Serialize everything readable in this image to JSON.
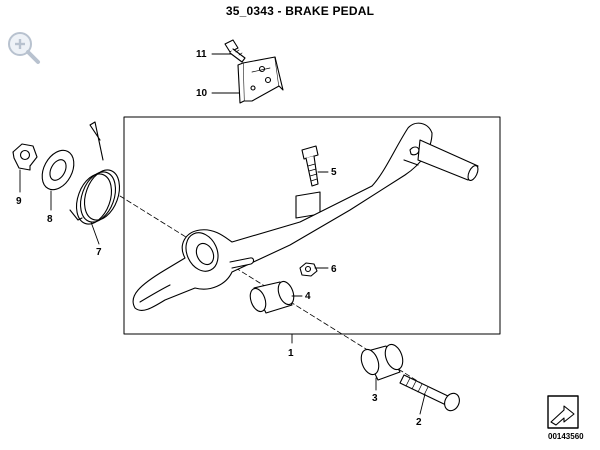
{
  "header": {
    "title": "35_0343 - BRAKE PEDAL"
  },
  "toolbar": {
    "zoom_icon": "zoom-in-icon"
  },
  "callouts": {
    "c1": "1",
    "c2": "2",
    "c3": "3",
    "c4": "4",
    "c5": "5",
    "c6": "6",
    "c7": "7",
    "c8": "8",
    "c9": "9",
    "c10": "10",
    "c11": "11"
  },
  "footer": {
    "reference_number": "00143560",
    "logo_icon": "arrow-badge-icon"
  }
}
